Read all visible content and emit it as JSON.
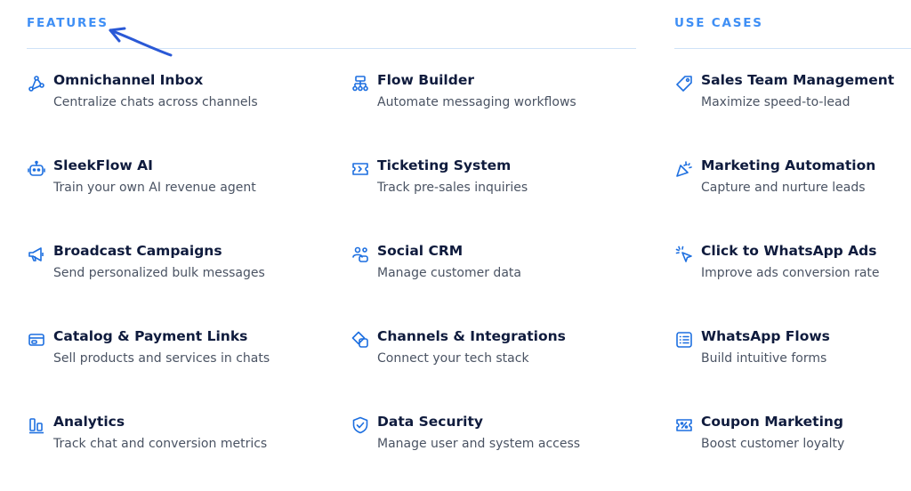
{
  "features": {
    "heading": "FEATURES",
    "col1": [
      {
        "icon": "omnichannel-icon",
        "title": "Omnichannel Inbox",
        "desc": "Centralize chats across channels"
      },
      {
        "icon": "ai-bot-icon",
        "title": "SleekFlow AI",
        "desc": "Train your own AI revenue agent"
      },
      {
        "icon": "megaphone-icon",
        "title": "Broadcast Campaigns",
        "desc": "Send personalized bulk messages"
      },
      {
        "icon": "catalog-card-icon",
        "title": "Catalog & Payment Links",
        "desc": "Sell products and services in chats"
      },
      {
        "icon": "analytics-icon",
        "title": "Analytics",
        "desc": "Track chat and conversion metrics"
      }
    ],
    "col2": [
      {
        "icon": "flow-builder-icon",
        "title": "Flow Builder",
        "desc": "Automate messaging workflows"
      },
      {
        "icon": "ticket-icon",
        "title": "Ticketing System",
        "desc": "Track pre-sales inquiries"
      },
      {
        "icon": "social-crm-icon",
        "title": "Social CRM",
        "desc": "Manage customer data"
      },
      {
        "icon": "integrations-icon",
        "title": "Channels & Integrations",
        "desc": "Connect your tech stack"
      },
      {
        "icon": "shield-icon",
        "title": "Data Security",
        "desc": "Manage user and system access"
      }
    ]
  },
  "use_cases": {
    "heading": "USE CASES",
    "items": [
      {
        "icon": "tag-icon",
        "title": "Sales Team Management",
        "desc": "Maximize speed-to-lead"
      },
      {
        "icon": "party-popper-icon",
        "title": "Marketing Automation",
        "desc": "Capture and nurture leads"
      },
      {
        "icon": "cursor-click-icon",
        "title": "Click to WhatsApp Ads",
        "desc": "Improve ads conversion rate"
      },
      {
        "icon": "list-icon",
        "title": "WhatsApp Flows",
        "desc": "Build intuitive forms"
      },
      {
        "icon": "coupon-icon",
        "title": "Coupon Marketing",
        "desc": "Boost customer loyalty"
      }
    ]
  },
  "colors": {
    "accent": "#3f8ff5",
    "title": "#0f1b3d",
    "desc": "#4a5363",
    "rule": "#cfe2f7",
    "annotation_arrow": "#2a59d6"
  }
}
